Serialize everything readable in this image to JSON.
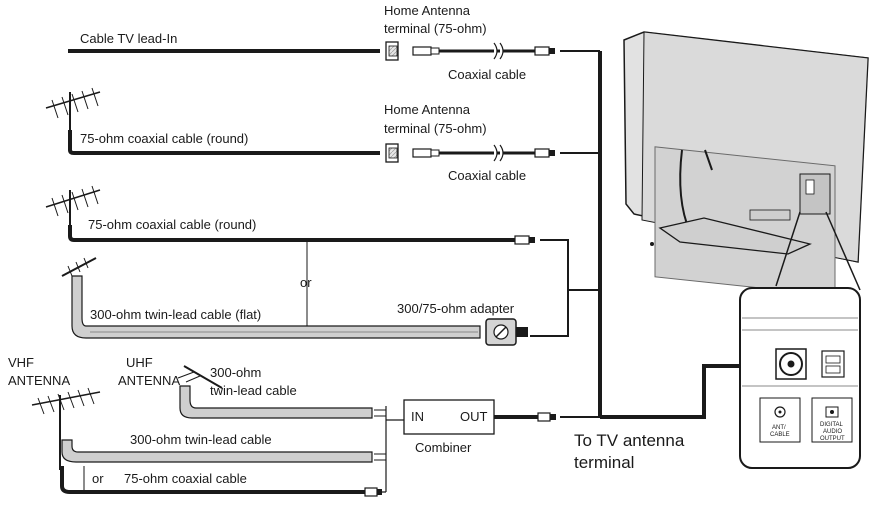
{
  "labels": {
    "cable_tv": "Cable TV lead-In",
    "home_antenna_1_a": "Home Antenna",
    "home_antenna_1_b": "terminal (75-ohm)",
    "coax_1": "Coaxial cable",
    "coax_round_1": "75-ohm coaxial cable (round)",
    "home_antenna_2_a": "Home Antenna",
    "home_antenna_2_b": "terminal (75-ohm)",
    "coax_2": "Coaxial cable",
    "coax_round_2": "75-ohm coaxial cable (round)",
    "or_1": "or",
    "adapter": "300/75-ohm adapter",
    "twin_flat": "300-ohm twin-lead cable (flat)",
    "vhf_a": "VHF",
    "vhf_b": "ANTENNA",
    "uhf_a": "UHF",
    "uhf_b": "ANTENNA",
    "twin_uhf_a": "300-ohm",
    "twin_uhf_b": "twin-lead cable",
    "twin_vhf": "300-ohm twin-lead cable",
    "or_2": "or",
    "coax_vhf": "75-ohm coaxial cable",
    "combiner_in": "IN",
    "combiner_out": "OUT",
    "combiner": "Combiner",
    "to_tv_a": "To TV antenna",
    "to_tv_b": "terminal",
    "panel_ant_a": "ANT/",
    "panel_ant_b": "CABLE",
    "panel_dig_a": "DIGITAL",
    "panel_dig_b": "AUDIO",
    "panel_dig_c": "OUTPUT"
  },
  "colors": {
    "cable": "#1a1a1a",
    "twin_lead": "#bdbdbd",
    "tv_body": "#dedede"
  }
}
